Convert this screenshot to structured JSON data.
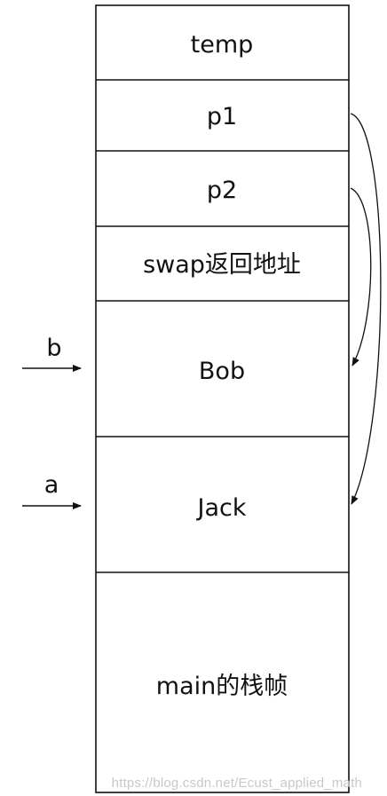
{
  "stack": {
    "frames": [
      {
        "label": "temp"
      },
      {
        "label": "p1"
      },
      {
        "label": "p2"
      },
      {
        "label": "swap返回地址"
      },
      {
        "label": "Bob"
      },
      {
        "label": "Jack"
      },
      {
        "label": "main的栈帧"
      }
    ]
  },
  "external_pointers": [
    {
      "label": "b",
      "target": "Bob"
    },
    {
      "label": "a",
      "target": "Jack"
    }
  ],
  "internal_references": [
    {
      "from": "p1",
      "to": "Jack"
    },
    {
      "from": "p2",
      "to": "Bob"
    }
  ],
  "watermark": "https://blog.csdn.net/Ecust_applied_math",
  "colors": {
    "stroke": "#111111",
    "text": "#111111",
    "watermark": "#c8c8c8"
  }
}
